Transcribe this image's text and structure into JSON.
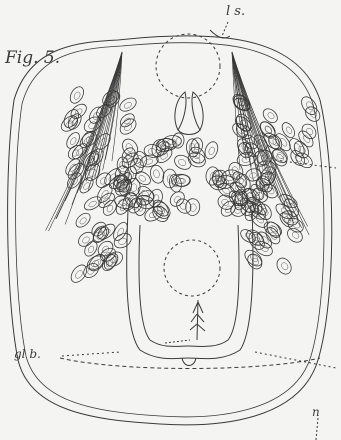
{
  "figure": {
    "title": "Fig. 5.",
    "labels": {
      "ls": "l s.",
      "glb": "gl b.",
      "n": "n"
    }
  },
  "colors": {
    "ink": "#3a3a3a",
    "paper": "#f4f4f2"
  },
  "icons": [
    "ellipse-cell-icon",
    "crest-tip-icon"
  ]
}
